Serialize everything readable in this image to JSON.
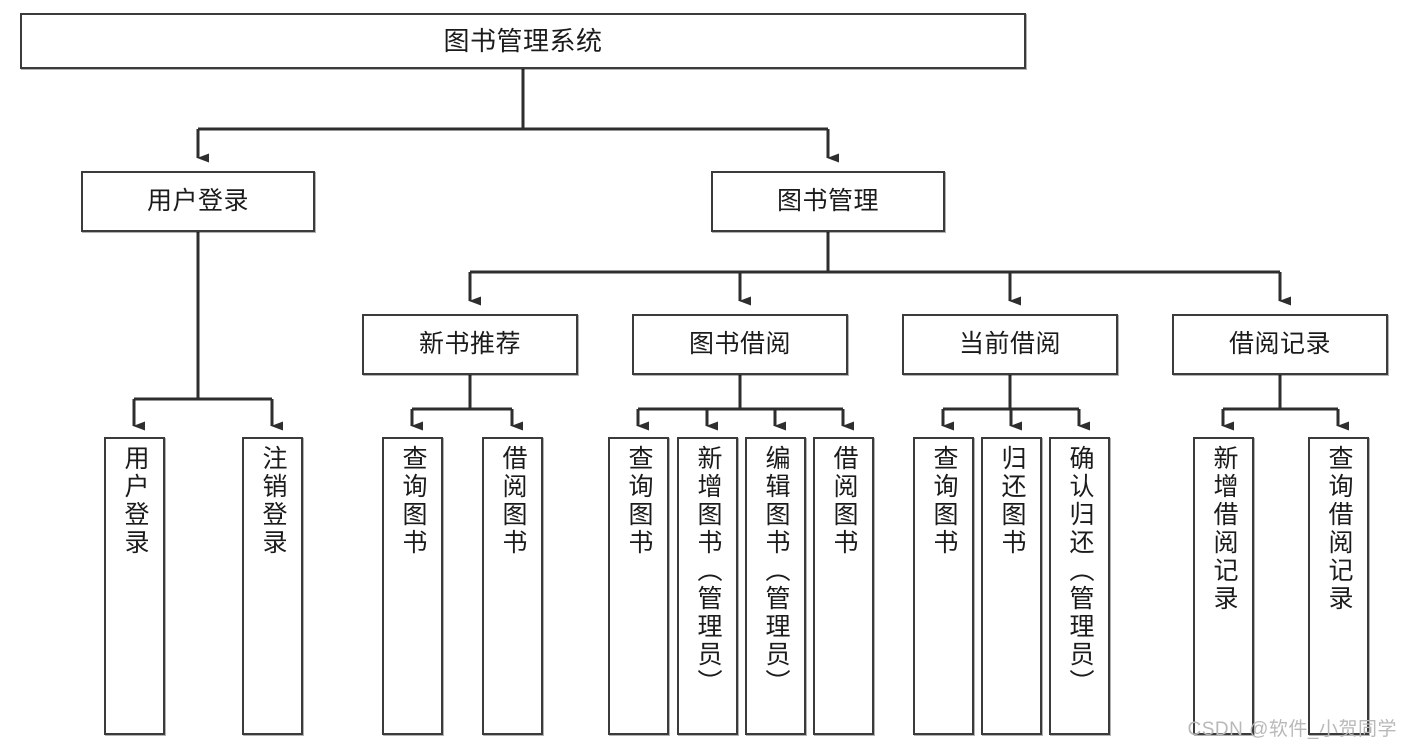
{
  "diagram": {
    "title_node": "图书管理系统",
    "watermark": "CSDN @软件_小贺同学",
    "colors": {
      "stroke": "#3b3b3b",
      "box_fill": "#ffffff",
      "text": "#1b1b1b",
      "watermark": "#b9b9b9",
      "background": "#ffffff"
    },
    "nodes": {
      "root": "图书管理系统",
      "level2": {
        "user_login": "用户登录",
        "book_manage": "图书管理"
      },
      "level3": {
        "new_book_rec": "新书推荐",
        "book_borrow": "图书借阅",
        "current_borrow": "当前借阅",
        "borrow_record": "借阅记录"
      },
      "leaves": {
        "user_login_1": "用户登录",
        "user_login_2": "注销登录",
        "new_book_rec_1": "查询图书",
        "new_book_rec_2": "借阅图书",
        "book_borrow_1": "查询图书",
        "book_borrow_2": "新增图书（管理员）",
        "book_borrow_3": "编辑图书（管理员）",
        "book_borrow_4": "借阅图书",
        "current_borrow_1": "查询图书",
        "current_borrow_2": "归还图书",
        "current_borrow_3": "确认归还（管理员）",
        "borrow_record_1": "新增借阅记录",
        "borrow_record_2": "查询借阅记录"
      }
    }
  }
}
